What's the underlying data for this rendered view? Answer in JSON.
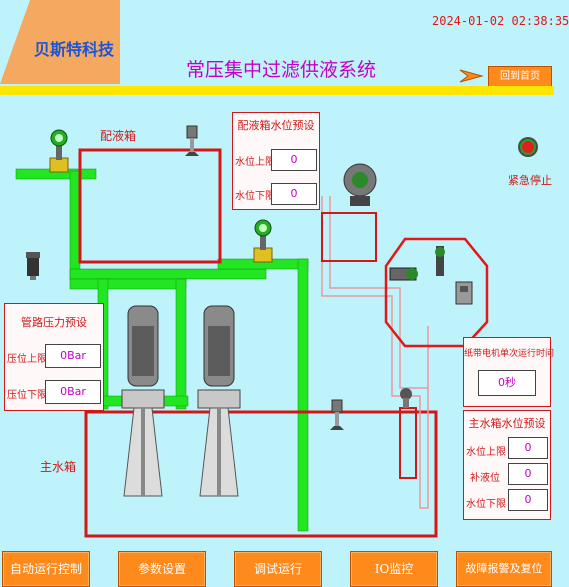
{
  "header": {
    "logo_text": "贝斯特科技",
    "title": "常压集中过滤供液系统",
    "datetime": "2024-01-02 02:38:35",
    "return_button": "回到首页"
  },
  "tanks": {
    "mixing_tank_label": "配液箱",
    "main_tank_label": "主水箱"
  },
  "mix_tank_panel": {
    "title": "配液箱水位预设",
    "upper_label": "水位上限",
    "upper_value": "0",
    "lower_label": "水位下限",
    "lower_value": "0"
  },
  "pressure_panel": {
    "title": "管路压力预设",
    "upper_label": "压位上限",
    "upper_value": "0Bar",
    "lower_label": "压位下限",
    "lower_value": "0Bar"
  },
  "paper_motor_panel": {
    "title": "纸带电机单次运行时间",
    "value": "0秒"
  },
  "main_tank_panel": {
    "title": "主水箱水位预设",
    "upper_label": "水位上限",
    "upper_value": "0",
    "refill_label": "补液位",
    "refill_value": "0",
    "lower_label": "水位下限",
    "lower_value": "0"
  },
  "emergency": {
    "label": "紧急停止"
  },
  "nav": [
    {
      "label": "自动运行控制"
    },
    {
      "label": "参数设置"
    },
    {
      "label": "调试运行"
    },
    {
      "label": "IO监控"
    },
    {
      "label": "故障报警及复位"
    }
  ],
  "colors": {
    "background": "#bff3fb",
    "pipe": "#22e622",
    "tank_outline": "#d01818",
    "button": "#ff8a1c",
    "title": "#c400c4",
    "logo_bg": "#f4a860"
  },
  "icons": [
    "flow-meter-icon",
    "pressure-gauge-icon",
    "pump-motor-icon",
    "valve-icon",
    "emergency-stop-icon"
  ]
}
